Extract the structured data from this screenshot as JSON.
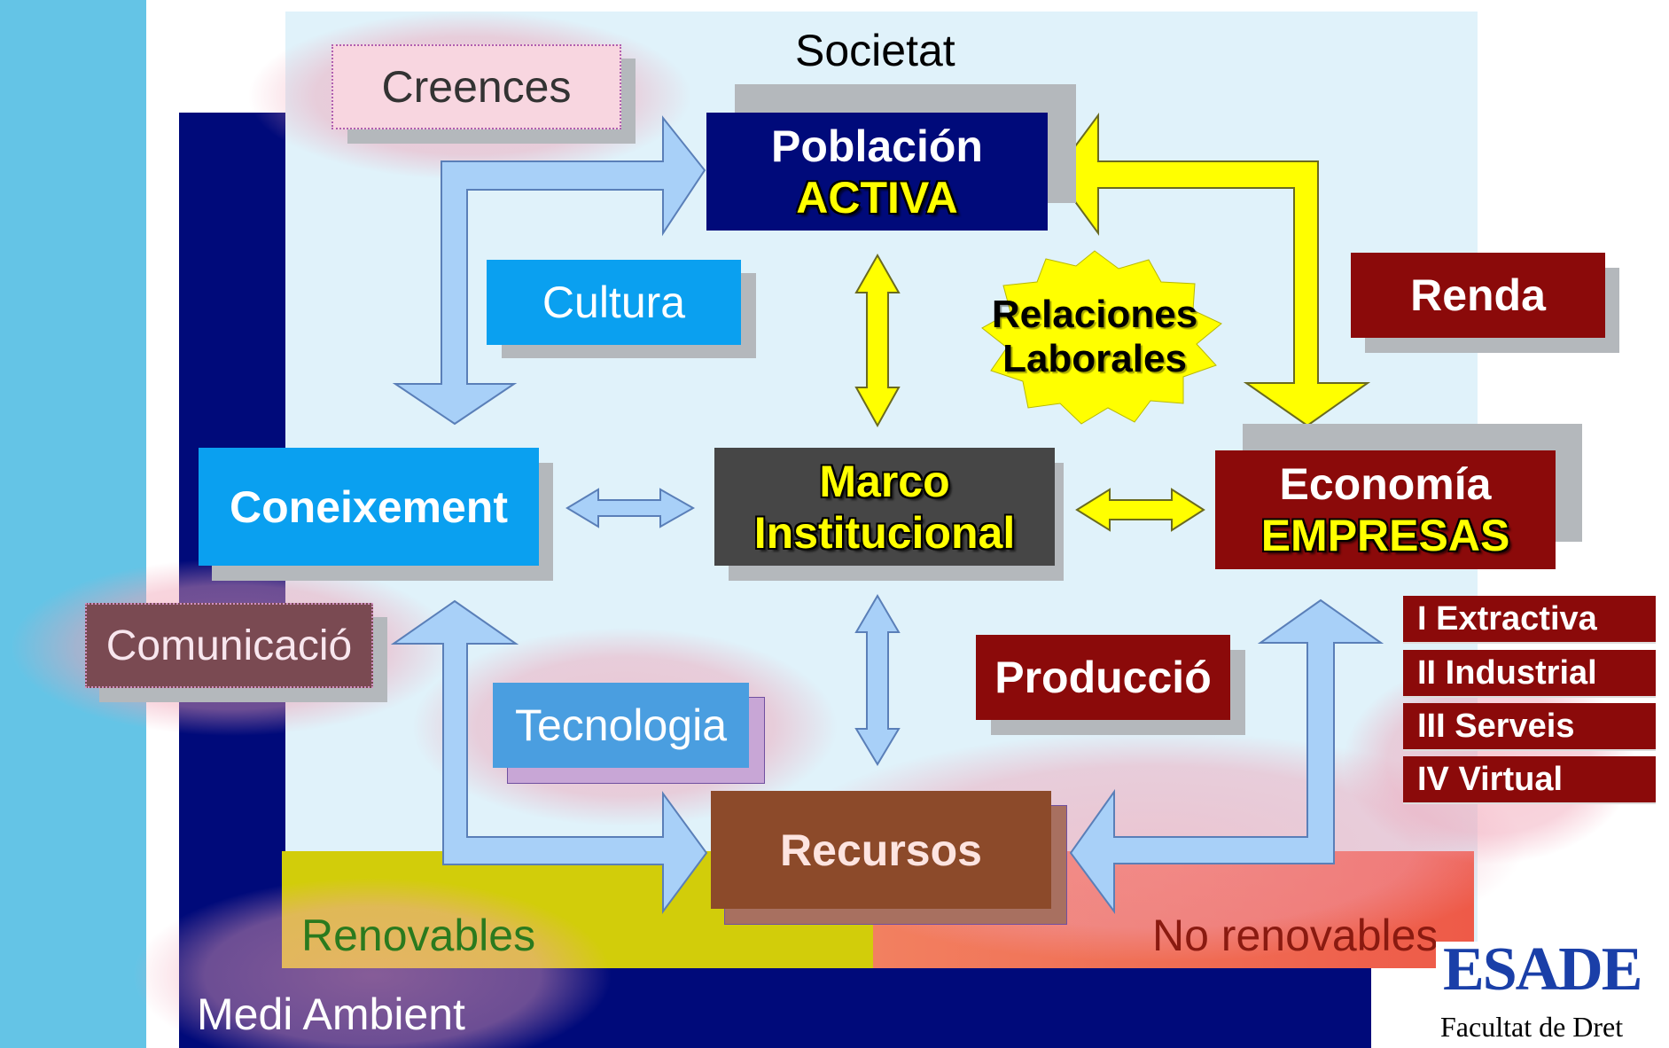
{
  "labels": {
    "societat": "Societat",
    "creences": "Creences",
    "poblacion_line1": "Población",
    "poblacion_line2": "ACTIVA",
    "cultura": "Cultura",
    "relaciones_line1": "Relaciones",
    "relaciones_line2": "Laborales",
    "renda": "Renda",
    "coneixement": "Coneixement",
    "marco_line1": "Marco",
    "marco_line2": "Institucional",
    "economia_line1": "Economía",
    "economia_line2": "EMPRESAS",
    "comunicacio": "Comunicació",
    "produccio": "Producció",
    "tecnologia": "Tecnologia",
    "recursos": "Recursos",
    "renovables": "Renovables",
    "no_renovables": "No renovables",
    "medi_ambient": "Medi Ambient"
  },
  "sectors": [
    "I Extractiva",
    "II Industrial",
    "III Serveis",
    "IV Virtual"
  ],
  "logo": {
    "brand": "ESADE",
    "subtitle": "Facultat de Dret"
  },
  "colors": {
    "navy": "#000a7a",
    "dark_red": "#8b0a0a",
    "bright_blue": "#0aa0f0",
    "yellow": "#ffff00",
    "light_blue_arrow": "#a8d0f8",
    "left_band": "#64c4e6",
    "background_panel": "#e0f2fa",
    "renovables": "#d2cd0a",
    "no_renovables": "#f06450"
  }
}
